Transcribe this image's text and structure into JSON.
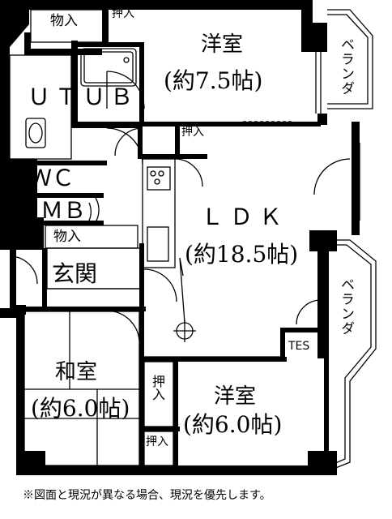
{
  "rooms": {
    "western_room_north": {
      "name": "洋室",
      "size": "(約7.5帖)"
    },
    "ldk": {
      "name": "ＬＤＫ",
      "size": "(約18.5帖)"
    },
    "japanese_room": {
      "name": "和室",
      "size": "(約6.0帖)"
    },
    "western_room_south": {
      "name": "洋室",
      "size": "(約6.0帖)"
    },
    "utub": "ＵＴＵＢ",
    "wc": "ＷＣ",
    "mb": "ＭＢ",
    "entrance": "玄関"
  },
  "storage": {
    "top_left": "物入",
    "top_closet": "押入",
    "ldk_closet": "押入",
    "mb_storage": "物入",
    "south_closet_1": "押入",
    "south_closet_2": "押入"
  },
  "balconies": {
    "north": "ベランダ",
    "south": "ベランダ"
  },
  "tes": "TES",
  "note": "※図面と現況が異なる場合、現況を優先します。",
  "colors": {
    "wall": "#000000",
    "line": "#000000",
    "background": "#ffffff"
  }
}
